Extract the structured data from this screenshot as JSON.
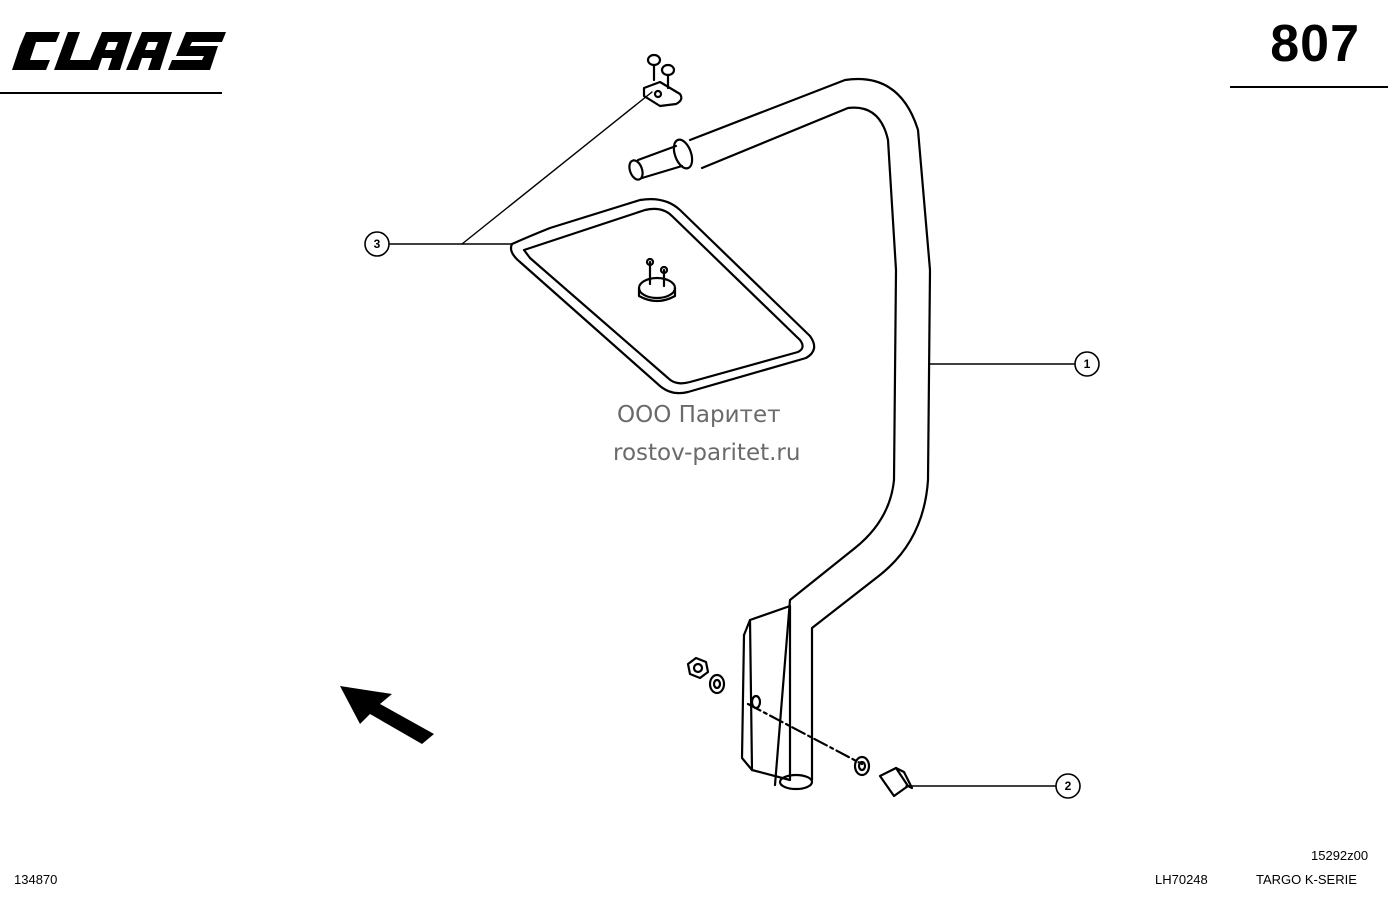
{
  "header": {
    "brand": "CLAAS",
    "page_number": "807"
  },
  "watermark": {
    "line1": "ООО Паритет",
    "line2": "rostov-paritet.ru"
  },
  "callouts": [
    {
      "label": "1",
      "part": "mirror-arm"
    },
    {
      "label": "2",
      "part": "mounting-bolt"
    },
    {
      "label": "3",
      "part": "mirror-head"
    }
  ],
  "footer": {
    "left_code": "134870",
    "drawing_code": "LH70248",
    "model": "TARGO K-SERIE",
    "reference": "15292z00"
  },
  "icons": [
    "claas-logo",
    "direction-arrow-icon"
  ]
}
